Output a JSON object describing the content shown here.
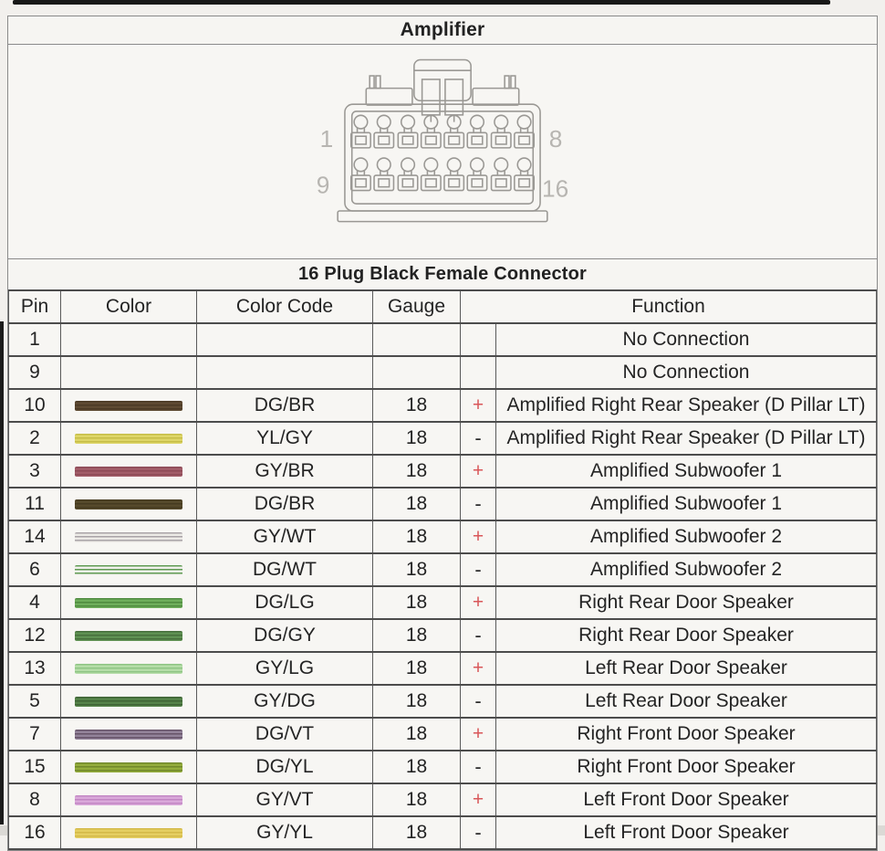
{
  "page": {
    "title": "Amplifier",
    "subtitle": "16 Plug Black Female Connector"
  },
  "connector": {
    "labels": {
      "top_left": "1",
      "top_right": "8",
      "bottom_left": "9",
      "bottom_right": "16"
    }
  },
  "table": {
    "headers": {
      "pin": "Pin",
      "color": "Color",
      "color_code": "Color Code",
      "gauge": "Gauge",
      "function": "Function"
    },
    "rows": [
      {
        "pin": "1",
        "color_code": "",
        "gauge": "",
        "sign": "",
        "function": "No Connection",
        "swatch": null
      },
      {
        "pin": "9",
        "color_code": "",
        "gauge": "",
        "sign": "",
        "function": "No Connection",
        "swatch": null
      },
      {
        "pin": "10",
        "color_code": "DG/BR",
        "gauge": "18",
        "sign": "+",
        "function": "Amplified Right Rear Speaker (D Pillar LT)",
        "swatch": {
          "base": "#5e4a32",
          "stripe": "#4b3a25"
        }
      },
      {
        "pin": "2",
        "color_code": "YL/GY",
        "gauge": "18",
        "sign": "-",
        "function": "Amplified Right Rear Speaker (D Pillar LT)",
        "swatch": {
          "base": "#ded668",
          "stripe": "#c6bd47"
        }
      },
      {
        "pin": "3",
        "color_code": "GY/BR",
        "gauge": "18",
        "sign": "+",
        "function": "Amplified Subwoofer 1",
        "swatch": {
          "base": "#a25d69",
          "stripe": "#8d4a57"
        }
      },
      {
        "pin": "11",
        "color_code": "DG/BR",
        "gauge": "18",
        "sign": "-",
        "function": "Amplified Subwoofer 1",
        "swatch": {
          "base": "#564a2b",
          "stripe": "#453b20"
        }
      },
      {
        "pin": "14",
        "color_code": "GY/WT",
        "gauge": "18",
        "sign": "+",
        "function": "Amplified Subwoofer 2",
        "swatch": {
          "base": "#eceae6",
          "stripe": "#a9a3a7"
        }
      },
      {
        "pin": "6",
        "color_code": "DG/WT",
        "gauge": "18",
        "sign": "-",
        "function": "Amplified Subwoofer 2",
        "swatch": {
          "base": "#f2f1ed",
          "stripe": "#5f9a52"
        }
      },
      {
        "pin": "4",
        "color_code": "DG/LG",
        "gauge": "18",
        "sign": "+",
        "function": "Right Rear Door Speaker",
        "swatch": {
          "base": "#6fae5c",
          "stripe": "#4f8a3f"
        }
      },
      {
        "pin": "12",
        "color_code": "DG/GY",
        "gauge": "18",
        "sign": "-",
        "function": "Right Rear Door Speaker",
        "swatch": {
          "base": "#5f9153",
          "stripe": "#466f3c"
        }
      },
      {
        "pin": "13",
        "color_code": "GY/LG",
        "gauge": "18",
        "sign": "+",
        "function": "Left Rear Door Speaker",
        "swatch": {
          "base": "#b5dda8",
          "stripe": "#8fc585"
        }
      },
      {
        "pin": "5",
        "color_code": "GY/DG",
        "gauge": "18",
        "sign": "-",
        "function": "Left Rear Door Speaker",
        "swatch": {
          "base": "#558349",
          "stripe": "#3e6335"
        }
      },
      {
        "pin": "7",
        "color_code": "DG/VT",
        "gauge": "18",
        "sign": "+",
        "function": "Right Front  Door Speaker",
        "swatch": {
          "base": "#93839a",
          "stripe": "#665368"
        }
      },
      {
        "pin": "15",
        "color_code": "DG/YL",
        "gauge": "18",
        "sign": "-",
        "function": "Right Front  Door Speaker",
        "swatch": {
          "base": "#94ad3c",
          "stripe": "#71882a"
        }
      },
      {
        "pin": "8",
        "color_code": "GY/VT",
        "gauge": "18",
        "sign": "+",
        "function": "Left Front  Door Speaker",
        "swatch": {
          "base": "#daa9da",
          "stripe": "#c286c4"
        }
      },
      {
        "pin": "16",
        "color_code": "GY/YL",
        "gauge": "18",
        "sign": "-",
        "function": "Left Front  Door Speaker",
        "swatch": {
          "base": "#e5cf62",
          "stripe": "#d3b948"
        }
      }
    ]
  },
  "colors": {
    "plus": "#d9575a",
    "minus": "#2b2b2b",
    "connector_label_gray": "#b7b5b1"
  }
}
